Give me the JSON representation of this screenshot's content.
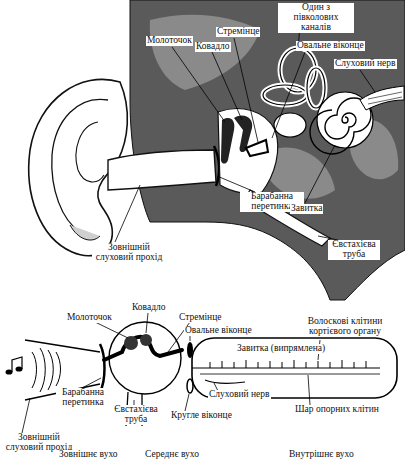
{
  "diagram": {
    "labels": [
      "Один з півколових каналів",
      "Стремінце",
      "Молоточок",
      "Ковадло",
      "Овальне віконце",
      "Слуховий нерв",
      "Барабанна перетинка",
      "Завитка",
      "Зовнішній слуховий прохід",
      "Євстахієва труба",
      "Молоточок",
      "Ковадло",
      "Стремінце",
      "Овальне віконце",
      "Волоскові клітини кортієвого органу",
      "Завитка (випрямлена)",
      "Барабанна перетинка",
      "Слуховий нерв",
      "Євстахієва труба",
      "Кругле віконце",
      "Шар опорних клітин",
      "Зовнішній слуховий прохід",
      "Зовнішнє вухо",
      "Середнє вухо",
      "Внутрішнє вухо"
    ]
  }
}
